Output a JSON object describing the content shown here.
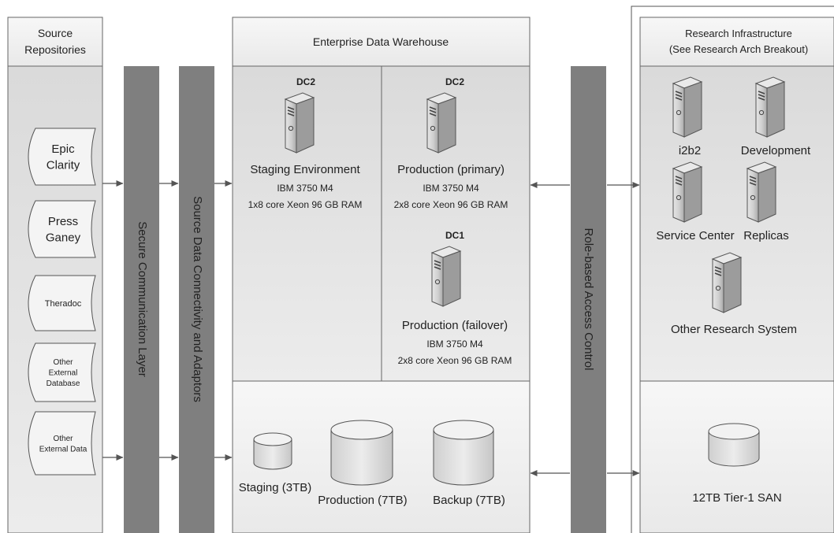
{
  "source": {
    "title_lines": [
      "Source",
      "Repositories"
    ],
    "items": [
      {
        "lines": [
          "Epic",
          "Clarity"
        ],
        "size": "large"
      },
      {
        "lines": [
          "Press",
          "Ganey"
        ],
        "size": "large"
      },
      {
        "lines": [
          "Theradoc"
        ],
        "size": "medium"
      },
      {
        "lines": [
          "Other",
          "External",
          "Database"
        ],
        "size": "small"
      },
      {
        "lines": [
          "Other",
          "External Data"
        ],
        "size": "small"
      }
    ]
  },
  "bars": {
    "secure": "Secure Communication Layer",
    "adaptors": "Source Data Connectivity and Adaptors",
    "access": "Role-based Access Control"
  },
  "edw": {
    "title": "Enterprise Data Warehouse",
    "staging": {
      "dc": "DC2",
      "name": "Staging Environment",
      "model": "IBM 3750 M4",
      "spec": "1x8 core Xeon 96 GB RAM"
    },
    "prod_primary": {
      "dc": "DC2",
      "name": "Production (primary)",
      "model": "IBM 3750 M4",
      "spec": "2x8 core Xeon 96 GB RAM"
    },
    "prod_failover": {
      "dc": "DC1",
      "name": "Production (failover)",
      "model": "IBM 3750 M4",
      "spec": "2x8 core Xeon 96 GB RAM"
    },
    "storage": {
      "staging": "Staging (3TB)",
      "production": "Production (7TB)",
      "backup": "Backup (7TB)"
    }
  },
  "research": {
    "title_lines": [
      "Research Infrastructure",
      "(See Research Arch Breakout)"
    ],
    "servers": {
      "i2b2": "i2b2",
      "development": "Development",
      "service_center": "Service Center",
      "replicas": "Replicas",
      "other": "Other Research System"
    },
    "san": "12TB Tier-1 SAN"
  }
}
